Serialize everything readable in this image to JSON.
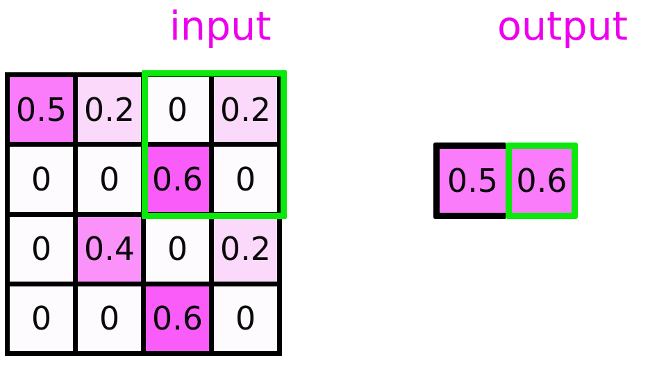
{
  "labels": {
    "input": "input",
    "output": "output"
  },
  "colors": {
    "label_magenta": "#ee00ee",
    "highlight_green": "#0ce80c",
    "border_black": "#000000",
    "page_background": "#ffffff",
    "value_0": "#fdfbfd",
    "value_0_2": "#fbd9fb",
    "value_0_4": "#fa92fa",
    "value_0_5": "#fa7cfa",
    "value_0_6": "#fa5cfa"
  },
  "chart_data": {
    "type": "heatmap",
    "title": "Max pooling illustration: input feature map and pooled output",
    "xlabel": "",
    "ylabel": "",
    "input": {
      "label": "input",
      "rows": 4,
      "cols": 4,
      "values": [
        [
          "0.5",
          "0.2",
          "0",
          "0.2"
        ],
        [
          "0",
          "0",
          "0.6",
          "0"
        ],
        [
          "0",
          "0.4",
          "0",
          "0.2"
        ],
        [
          "0",
          "0",
          "0.6",
          "0"
        ]
      ],
      "cell_colors": [
        [
          "#fa7cfa",
          "#fbd9fb",
          "#fdfbfd",
          "#fbd9fb"
        ],
        [
          "#fdfbfd",
          "#fdfbfd",
          "#fa5cfa",
          "#fdfbfd"
        ],
        [
          "#fdfbfd",
          "#fa92fa",
          "#fdfbfd",
          "#fbd9fb"
        ],
        [
          "#fdfbfd",
          "#fdfbfd",
          "#fa5cfa",
          "#fdfbfd"
        ]
      ],
      "highlight_window": {
        "row_start": 0,
        "row_end": 1,
        "col_start": 2,
        "col_end": 3,
        "color": "#0ce80c"
      }
    },
    "output": {
      "label": "output",
      "rows": 1,
      "cols": 2,
      "values": [
        [
          "0.5",
          "0.6"
        ]
      ],
      "cell_colors": [
        [
          "#fa7cfa",
          "#fa7cfa"
        ]
      ],
      "cell_borders": [
        [
          "#000000",
          "#0ce80c"
        ]
      ]
    }
  }
}
